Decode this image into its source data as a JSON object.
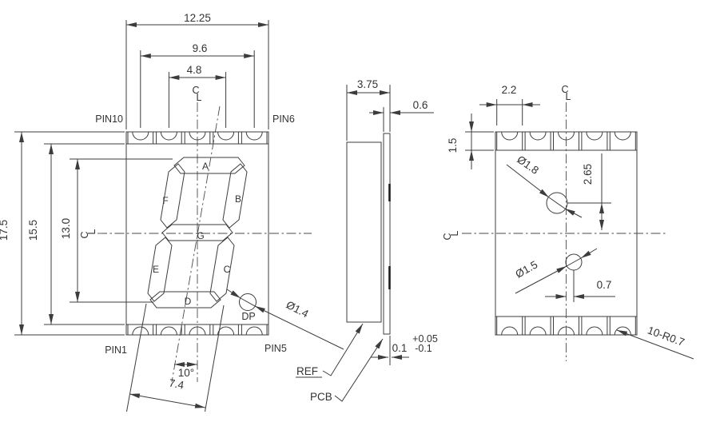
{
  "title": "7-segment display package dimension drawing",
  "centerline": {
    "c": "C",
    "l": "L"
  },
  "front_view": {
    "dims": {
      "total_width": "12.25",
      "pin_span_outer": "9.6",
      "pin_span_inner": "4.8",
      "total_height": "17.5",
      "body_height": "15.5",
      "digit_height": "13.0",
      "digit_width": "7.4",
      "slant_angle": "10°",
      "dp_diameter": "Ø1.4"
    },
    "pins": {
      "top_left": "PIN10",
      "top_right": "PIN6",
      "bottom_left": "PIN1",
      "bottom_right": "PIN5"
    },
    "segments": {
      "a": "A",
      "b": "B",
      "c": "C",
      "d": "D",
      "e": "E",
      "f": "F",
      "g": "G",
      "dp": "DP"
    }
  },
  "side_view": {
    "dims": {
      "total_depth": "3.75",
      "pcb_thickness": "0.6",
      "protrusion": "0.1",
      "tol_plus": "+0.05",
      "tol_minus": "-0.1"
    },
    "labels": {
      "ref": "REF",
      "pcb": "PCB"
    }
  },
  "back_view": {
    "dims": {
      "pad_width": "2.2",
      "pad_depth": "1.5",
      "hole1_diameter": "Ø1.8",
      "hole1_offset": "2.65",
      "hole2_diameter": "Ø1.5",
      "hole2_offset": "0.7",
      "notch_spec": "10-R0.7"
    }
  }
}
